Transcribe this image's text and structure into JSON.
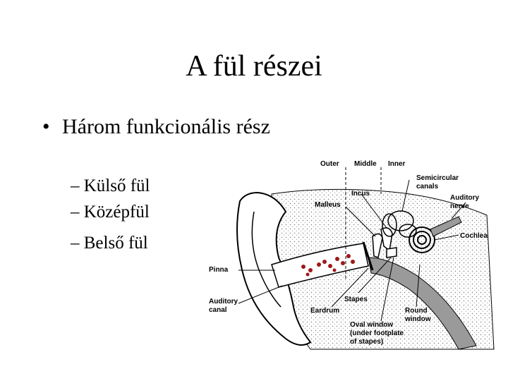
{
  "title": "A fül részei",
  "bullet": {
    "symbol": "•",
    "text": "Három funkcionális rész"
  },
  "subitems": [
    {
      "dash": "–",
      "text": "Külső fül"
    },
    {
      "dash": "–",
      "text": "Középfül"
    },
    {
      "dash": "–",
      "text": "Belső fül"
    }
  ],
  "diagram": {
    "labels": {
      "outer": "Outer",
      "middle": "Middle",
      "inner": "Inner",
      "semicircular_1": "Semicircular",
      "semicircular_2": "canals",
      "auditory_nerve_1": "Auditory",
      "auditory_nerve_2": "nerve",
      "incus": "Incus",
      "malleus": "Malleus",
      "cochlea": "Cochlea",
      "pinna": "Pinna",
      "auditory_canal_1": "Auditory",
      "auditory_canal_2": "canal",
      "stapes": "Stapes",
      "eardrum": "Eardrum",
      "round_window_1": "Round",
      "round_window_2": "window",
      "oval_window_1": "Oval window",
      "oval_window_2": "(under footplate",
      "oval_window_3": "of stapes)"
    },
    "colors": {
      "fluid_gray": "#9a9a9a",
      "bone_stipple": "#cfcfcf",
      "wax_red": "#a01818"
    }
  }
}
